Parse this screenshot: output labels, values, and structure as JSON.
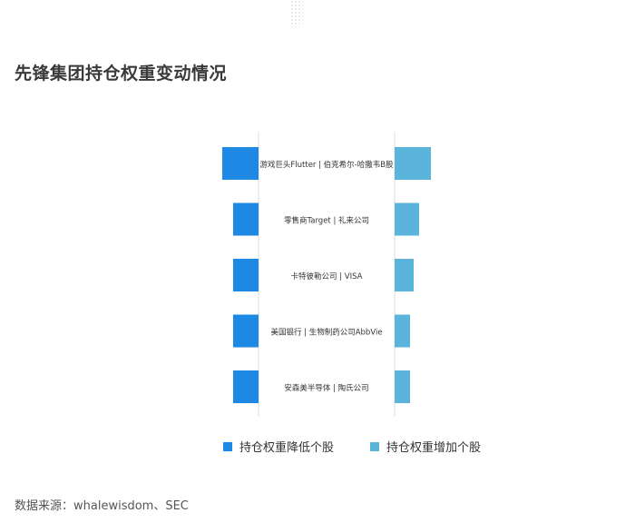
{
  "title": "先锋集团持仓权重变动情况",
  "source": "数据来源：whalewisdom、SEC",
  "colors": {
    "decrease": "#1e88e5",
    "increase": "#5ab4dc",
    "axis": "#dcdcdc",
    "text": "#333333"
  },
  "chart_data": {
    "type": "bar",
    "subtype": "butterfly-horizontal",
    "categories": [
      "游戏巨头Flutter | 伯克希尔-哈撒韦B股",
      "零售商Target | 礼来公司",
      "卡特彼勒公司 | VISA",
      "美国银行 | 生物制药公司AbbVie",
      "安森美半导体 | 陶氏公司"
    ],
    "series": [
      {
        "name": "持仓权重降低个股",
        "side": "left",
        "values": [
          40,
          28,
          28,
          28,
          28
        ]
      },
      {
        "name": "持仓权重增加个股",
        "side": "right",
        "values": [
          40,
          27,
          21,
          17,
          17
        ]
      }
    ],
    "legend_position": "bottom-center",
    "grid": false
  }
}
